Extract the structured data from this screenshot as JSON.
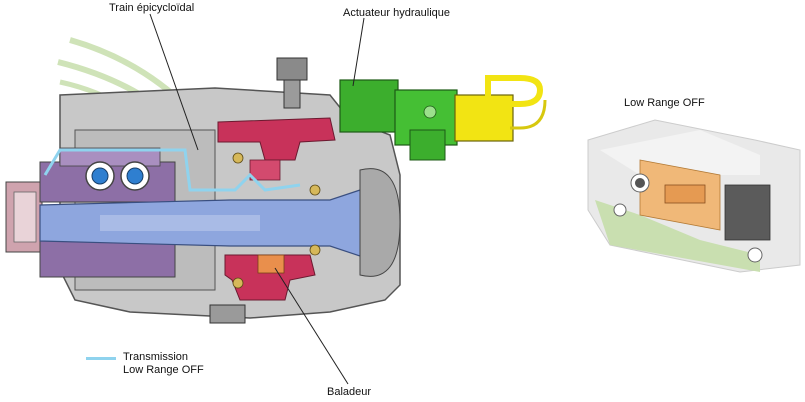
{
  "labels": {
    "planetary_gear": "Train épicycloïdal",
    "hydraulic_actuator": "Actuateur hydraulique",
    "sliding_sleeve": "Baladeur",
    "inset_title": "Low Range OFF"
  },
  "legend": {
    "line1": "Transmission",
    "line2": "Low Range OFF",
    "color": "#8fd3ee"
  },
  "colors": {
    "housing": "#b9b9b9",
    "shaft_blue": "#8ea6de",
    "purple": "#8d6fa6",
    "red": "#c8325a",
    "green": "#3cae2d",
    "yellow": "#f2e413",
    "orange": "#e98f4c",
    "bearing_blue": "#2f7fd0"
  }
}
